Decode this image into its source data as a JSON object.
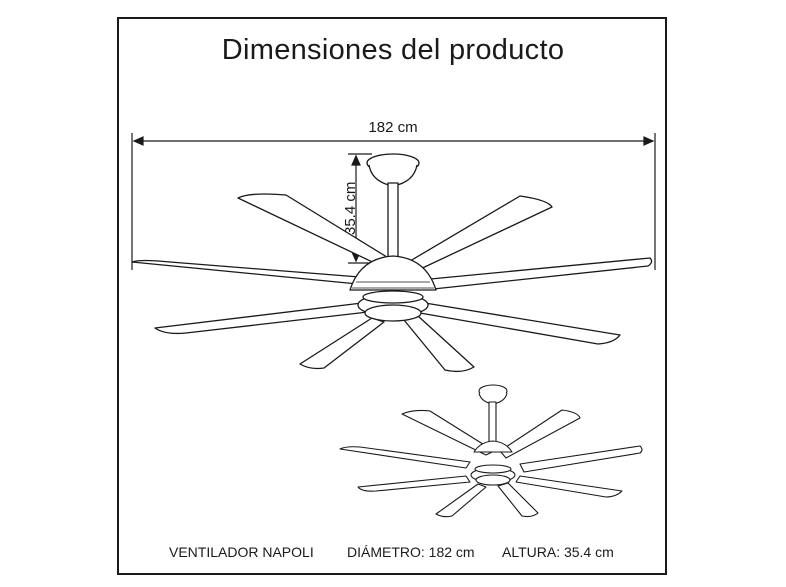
{
  "title": "Dimensiones del producto",
  "dimensions": {
    "width_label": "182 cm",
    "height_label": "35.4 cm"
  },
  "footer": {
    "model": "VENTILADOR NAPOLI",
    "diameter": "DIÁMETRO: 182 cm",
    "height": "ALTURA: 35.4 cm"
  },
  "colors": {
    "line": "#1a1a1a",
    "blade_fill": "#ffffff"
  },
  "icons": [
    "ceiling-fan-front-icon",
    "ceiling-fan-small-icon"
  ]
}
